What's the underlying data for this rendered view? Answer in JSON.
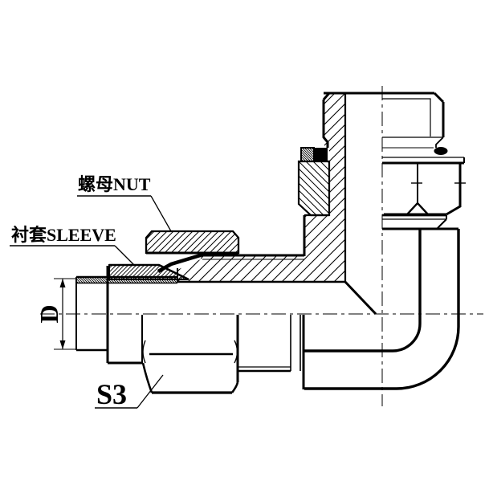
{
  "drawing": {
    "type": "engineering-section-drawing",
    "subject": "90-degree adjustable elbow hydraulic tube fitting, half-section view",
    "labels": {
      "nut": "螺母NUT",
      "sleeve": "衬套SLEEVE",
      "diameter": "D",
      "wrench_size": "S3"
    },
    "colors": {
      "line": "#000000",
      "background": "#ffffff",
      "seal_fill": "#000000"
    }
  }
}
